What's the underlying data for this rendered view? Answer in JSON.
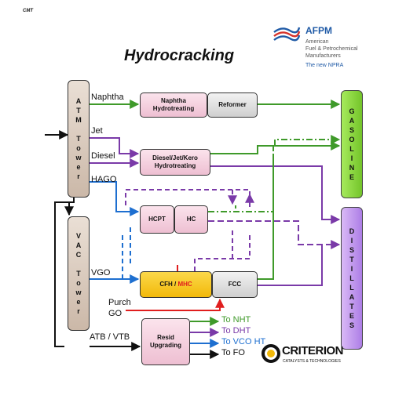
{
  "page": {
    "corner_note": "CMT",
    "title": "Hydrocracking"
  },
  "logo_afpm": {
    "name": "AFPM",
    "line1": "American",
    "line2": "Fuel & Petrochemical",
    "line3": "Manufacturers",
    "tagline": "The new NPRA"
  },
  "towers": {
    "atm": [
      "A",
      "T",
      "M",
      "",
      "T",
      "o",
      "w",
      "e",
      "r"
    ],
    "vac": [
      "V",
      "A",
      "C",
      "",
      "T",
      "o",
      "w",
      "e",
      "r"
    ]
  },
  "streams": {
    "naphtha": "Naphtha",
    "jet": "Jet",
    "diesel": "Diesel",
    "hago": "HAGO",
    "vgo": "VGO",
    "purch_line1": "Purch",
    "purch_line2": "GO",
    "atb_vtb": "ATB / VTB"
  },
  "units": {
    "naphtha_hydrotreating_line1": "Naphtha",
    "naphtha_hydrotreating_line2": "Hydrotreating",
    "reformer": "Reformer",
    "diesel_hydro_line1": "Diesel/Jet/Kero",
    "diesel_hydro_line2": "Hydrotreating",
    "hcpt": "HCPT",
    "hc": "HC",
    "cfh": "CFH / ",
    "mhc": "MHC",
    "fcc": "FCC",
    "resid_line1": "Resid",
    "resid_line2": "Upgrading"
  },
  "products": {
    "gasoline": [
      "G",
      "A",
      "S",
      "O",
      "L",
      "I",
      "N",
      "E"
    ],
    "distillates": [
      "D",
      "I",
      "S",
      "T",
      "I",
      "L",
      "L",
      "A",
      "T",
      "E",
      "S"
    ]
  },
  "outputs": {
    "to_nht": "To NHT",
    "to_dht": "To DHT",
    "to_vco_ht": "To VCO HT",
    "to_fo": "To FO"
  },
  "logo_criterion": {
    "name": "CRITERION",
    "subtitle": "CATALYSTS & TECHNOLOGIES"
  },
  "colors": {
    "gasoline": "#8fdc3f",
    "distillates": "#c69cf0",
    "green_line": "#3f9a2a",
    "purple_line": "#7a3aa8",
    "blue_line": "#1e6fd0",
    "red_line": "#e01e1e",
    "cfh_box": "#f7c814",
    "afpm_blue": "#1f5aa6",
    "afpm_red": "#d6332b"
  }
}
